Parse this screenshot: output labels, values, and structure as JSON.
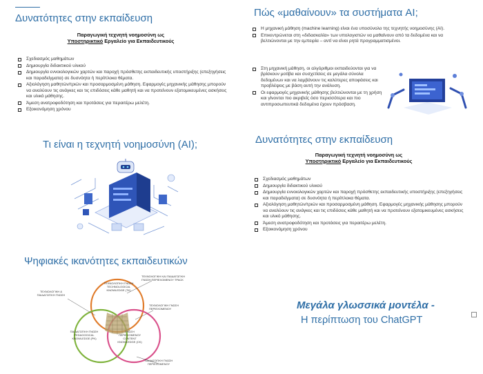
{
  "left": {
    "title1": "Δυνατότητες στην εκπαίδευση",
    "subtitle_line1": "Παραγωγική τεχνητή νοημοσύνη ως",
    "subtitle_line2_underlined": "Υποστηρικτικό",
    "subtitle_line2_rest": " Εργαλείο για Εκπαιδευτικούς",
    "bullets": [
      "Σχεδιασμός μαθημάτων",
      "Δημιουργία διδακτικού υλικού",
      "Δημιουργία εννοιολογικών χαρτών και παροχή πρόσθετης εκπαιδευτικής υποστήριξης (επεξηγήσεις και παραδείγματα) σε δυσνόητα ή περίπλοκα θέματα.",
      "Αξιολόγηση μαθητών/τριών και προσαρμοσμένη μάθηση. Εφαρμογές μηχανικής μάθησης μπορούν να αναλύουν τις ανάγκες και τις επιδόσεις κάθε μαθητή και να προτείνουν εξατομικευμένες ασκήσεις και υλικό μάθησης.",
      "Άμεση ανατροφοδότηση και προτάσεις για περαιτέρω μελέτη.",
      "Εξοικονόμηση χρόνου"
    ],
    "title2": "Τι είναι η τεχνητή νοημοσύνη (AI);",
    "title3": "Ψηφιακές ικανότητες εκπαιδευτικών",
    "venn": {
      "top_label": "ΤΕΧΝΟΛΟΓΙΚΗ ΓΝΩΣΗ TECHNOLOGICAL KNOWLEDGE (TK)",
      "left_label": "ΠΑΙΔΑΓΩΓΙΚΗ ΓΝΩΣΗ PEDAGOGICAL KNOWLEDGE (PK)",
      "right_label": "ΓΝΩΣΗ ΠΕΡΙΕΧΟΜΕΝΟΥ CONTENT KNOWLEDGE (CK)",
      "tpk_label": "ΤΕΧΝΟΛΟΓΙΚΗ & ΠΑΙΔΑΓΩΓΙΚΗ ΓΝΩΣΗ",
      "tck_label": "ΤΕΧΝΟΛΟΓΙΚΗ ΚΑΙ ΠΑΙΔΑΓΩΓΙΚΗ ΓΝΩΣΗ ΠΕΡΙΕΧΟΜΕΝΟΥ TPACK",
      "tc_label": "ΤΕΧΝΟΛΟΓΙΚΗ ΓΝΩΣΗ ΠΕΡΙΕΧΟΜΕΝΟΥ",
      "pck_label": "ΠΑΙΔΑΓΩΓΙΚΗ ΓΝΩΣΗ ΠΕΡΙΕΧΟΜΕΝΟΥ"
    }
  },
  "right": {
    "title1": "Πώς «μαθαίνουν» τα συστήματα AI;",
    "bullets": [
      "Η μηχανική μάθηση (machine learning) είναι ένα υποσύνολο της τεχνητής νοημοσύνης (AI).",
      "Επικεντρώνεται στη «διδασκαλία» των υπολογιστών να μαθαίνουν από τα δεδομένα και να βελτιώνονται με την εμπειρία – αντί να είναι ρητά προγραμματισμένοι.",
      "Στη μηχανική μάθηση, οι αλγόριθμοι εκπαιδεύονται για να βρίσκουν μοτίβα και συσχετίσεις σε μεγάλα σύνολα δεδομένων και να λαμβάνουν τις καλύτερες αποφάσεις και προβλέψεις με βάση αυτή την ανάλυση.",
      "Οι εφαρμογές μηχανικής μάθησης βελτιώνονται με τη χρήση και γίνονται πιο ακριβείς όσο περισσότερα και πιο αντιπροσωπευτικά δεδομένα έχουν πρόσβαση."
    ],
    "title2": "Δυνατότητες στην εκπαίδευση",
    "subtitle_line1": "Παραγωγική τεχνητή νοημοσύνη ως",
    "subtitle_line2_underlined": "Υποστηρικτικό",
    "subtitle_line2_rest": " Εργαλείο για Εκπαιδευτικούς",
    "bullets2": [
      "Σχεδιασμός μαθημάτων",
      "Δημιουργία διδακτικού υλικού",
      "Δημιουργία εννοιολογικών χαρτών και παροχή πρόσθετης εκπαιδευτικής υποστήριξης (επεξηγήσεις και παραδείγματα) σε δυσνόητα ή περίπλοκα θέματα.",
      "Αξιολόγηση μαθητών/τριών και προσαρμοσμένη μάθηση. Εφαρμογές μηχανικής μάθησης μπορούν να αναλύουν τις ανάγκες και τις επιδόσεις κάθε μαθητή και να προτείνουν εξατομικευμένες ασκήσεις και υλικό μάθησης.",
      "Άμεση ανατροφοδότηση και προτάσεις για περαιτέρω μελέτη.",
      "Εξοικονόμηση χρόνου"
    ],
    "title3_line1": "Μεγάλα γλωσσικά μοντέλα -",
    "title3_line2": "Η περίπτωση του ChatGPT"
  },
  "colors": {
    "title_blue": "#2e6ea6",
    "venn_orange": "#e07b2a",
    "venn_green": "#7db23a",
    "venn_pink": "#d94f8a"
  }
}
